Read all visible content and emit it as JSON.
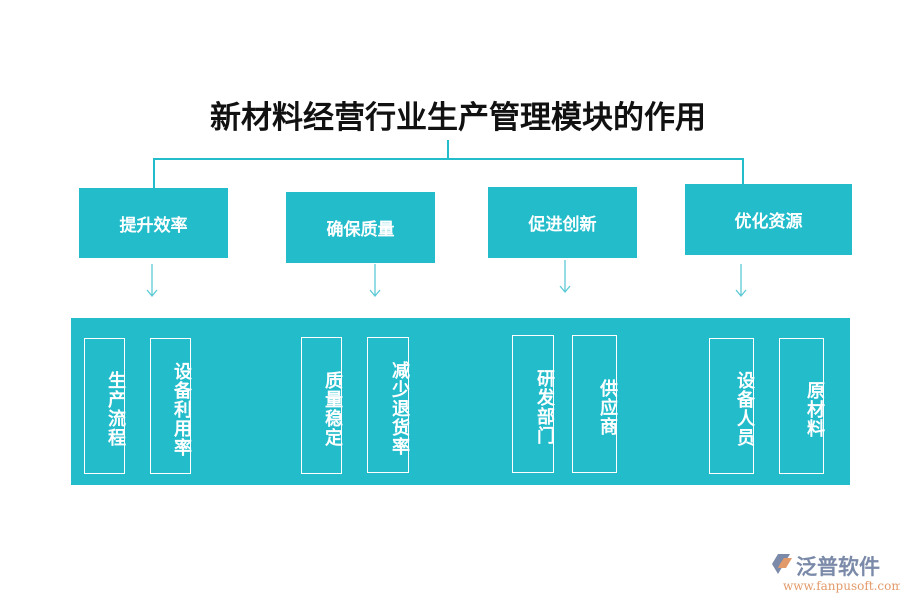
{
  "title": "新材料经营行业生产管理模块的作用",
  "accent_color": "#22bccb",
  "categories": [
    {
      "label": "提升效率",
      "items": [
        "生产流程",
        "设备利用率"
      ]
    },
    {
      "label": "确保质量",
      "items": [
        "质量稳定",
        "减少退货率"
      ]
    },
    {
      "label": "促进创新",
      "items": [
        "研发部门",
        "供应商"
      ]
    },
    {
      "label": "优化资源",
      "items": [
        "设备人员",
        "原材料"
      ]
    }
  ],
  "logo": {
    "name": "泛普软件",
    "url": "www.fanpusoft.com"
  }
}
